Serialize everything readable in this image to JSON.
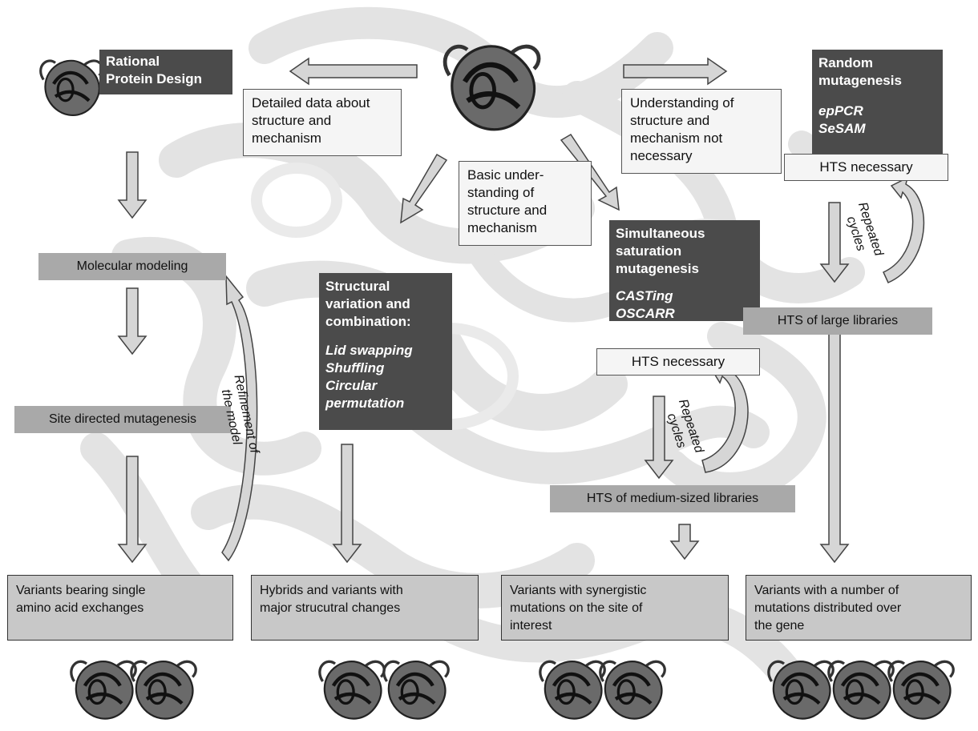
{
  "top_left": {
    "title_lines": "Rational\nProtein Design",
    "data_label": "Detailed data about\nstructure and\nmechanism"
  },
  "top_right": {
    "title_lines": "Random\nmutagenesis",
    "methods": "epPCR\nSeSAM",
    "data_label": "Understanding of\nstructure and\nmechanism not\nnecessary",
    "hts_label": "HTS necessary"
  },
  "center": {
    "basic_label": "Basic under-\nstanding of\nstructure and\nmechanism"
  },
  "saturation": {
    "title_lines": "Simultaneous\nsaturation\nmutagenesis",
    "methods": "CASTing\nOSCARR",
    "hts_label": "HTS necessary"
  },
  "structural": {
    "title_lines": "Structural\nvariation and\ncombination:",
    "methods": "Lid swapping\nShuffling\nCircular\npermutation"
  },
  "steps": {
    "molecular_modeling": "Molecular modeling",
    "site_directed": "Site directed mutagenesis",
    "hts_large": "HTS of large libraries",
    "hts_medium": "HTS of medium-sized libraries"
  },
  "curved_labels": {
    "refinement": "Refinement of\nthe model",
    "repeated_right": "Repeated\ncycles",
    "repeated_middle": "Repeated\ncycles"
  },
  "results": {
    "single": "Variants bearing single\namino acid exchanges",
    "hybrids": "Hybrids and variants with\nmajor strucutral changes",
    "synergistic": "Variants with synergistic\nmutations on the site of\ninterest",
    "distributed": "Variants with a number of\nmutations distributed over\nthe gene"
  },
  "colors": {
    "dark_box": "#4b4b4b",
    "step_box": "#a9a9a9",
    "result_box": "#c8c8c8",
    "background_protein": "#e3e3e3",
    "arrow_fill": "#d6d6d6"
  },
  "icons": {
    "protein": "protein-structure-icon"
  }
}
